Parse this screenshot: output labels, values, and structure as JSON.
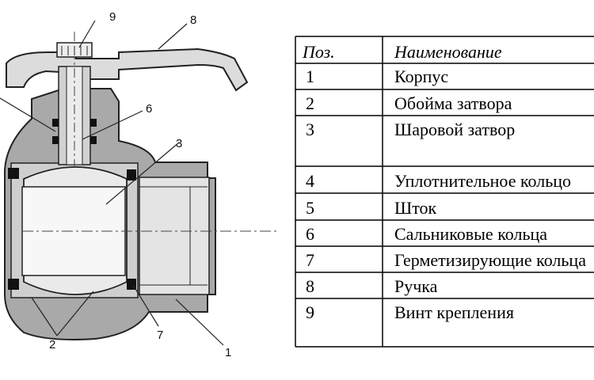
{
  "callouts": [
    "9",
    "8",
    "6",
    "3",
    "2",
    "7",
    "1"
  ],
  "table": {
    "headers": [
      "Поз.",
      "Наименование"
    ],
    "rows": [
      {
        "pos": "1",
        "name": "Корпус"
      },
      {
        "pos": "2",
        "name": "Обойма затвора"
      },
      {
        "pos": "3",
        "name": "Шаровой затвор"
      },
      {
        "pos": "4",
        "name": "Уплотнительное кольцо"
      },
      {
        "pos": "5",
        "name": "Шток"
      },
      {
        "pos": "6",
        "name": "Сальниковые кольца"
      },
      {
        "pos": "7",
        "name": "Герметизирующие кольца"
      },
      {
        "pos": "8",
        "name": "Ручка"
      },
      {
        "pos": "9",
        "name": "Винт крепления"
      }
    ]
  }
}
